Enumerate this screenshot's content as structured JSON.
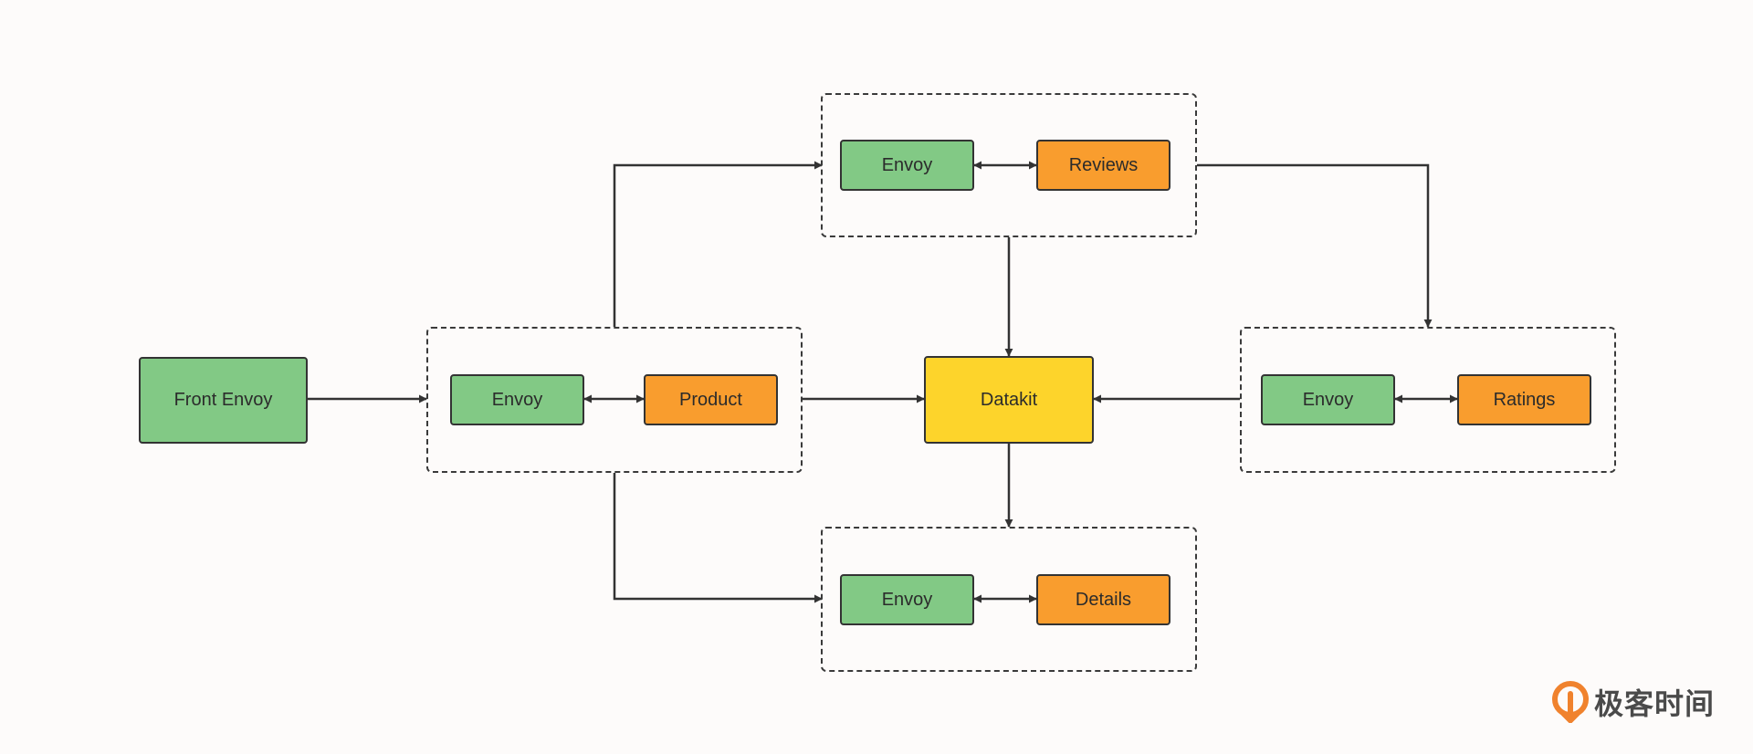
{
  "nodes": {
    "front_envoy": "Front Envoy",
    "datakit": "Datakit",
    "product_envoy": "Envoy",
    "product": "Product",
    "reviews_envoy": "Envoy",
    "reviews": "Reviews",
    "ratings_envoy": "Envoy",
    "ratings": "Ratings",
    "details_envoy": "Envoy",
    "details": "Details"
  },
  "colors": {
    "envoy": "#82c985",
    "service": "#f99d2e",
    "datakit": "#fdd42b",
    "line": "#333333",
    "background": "#fdfbfa"
  },
  "watermark": {
    "text": "极客时间",
    "logo": "geektime-logo-icon"
  }
}
